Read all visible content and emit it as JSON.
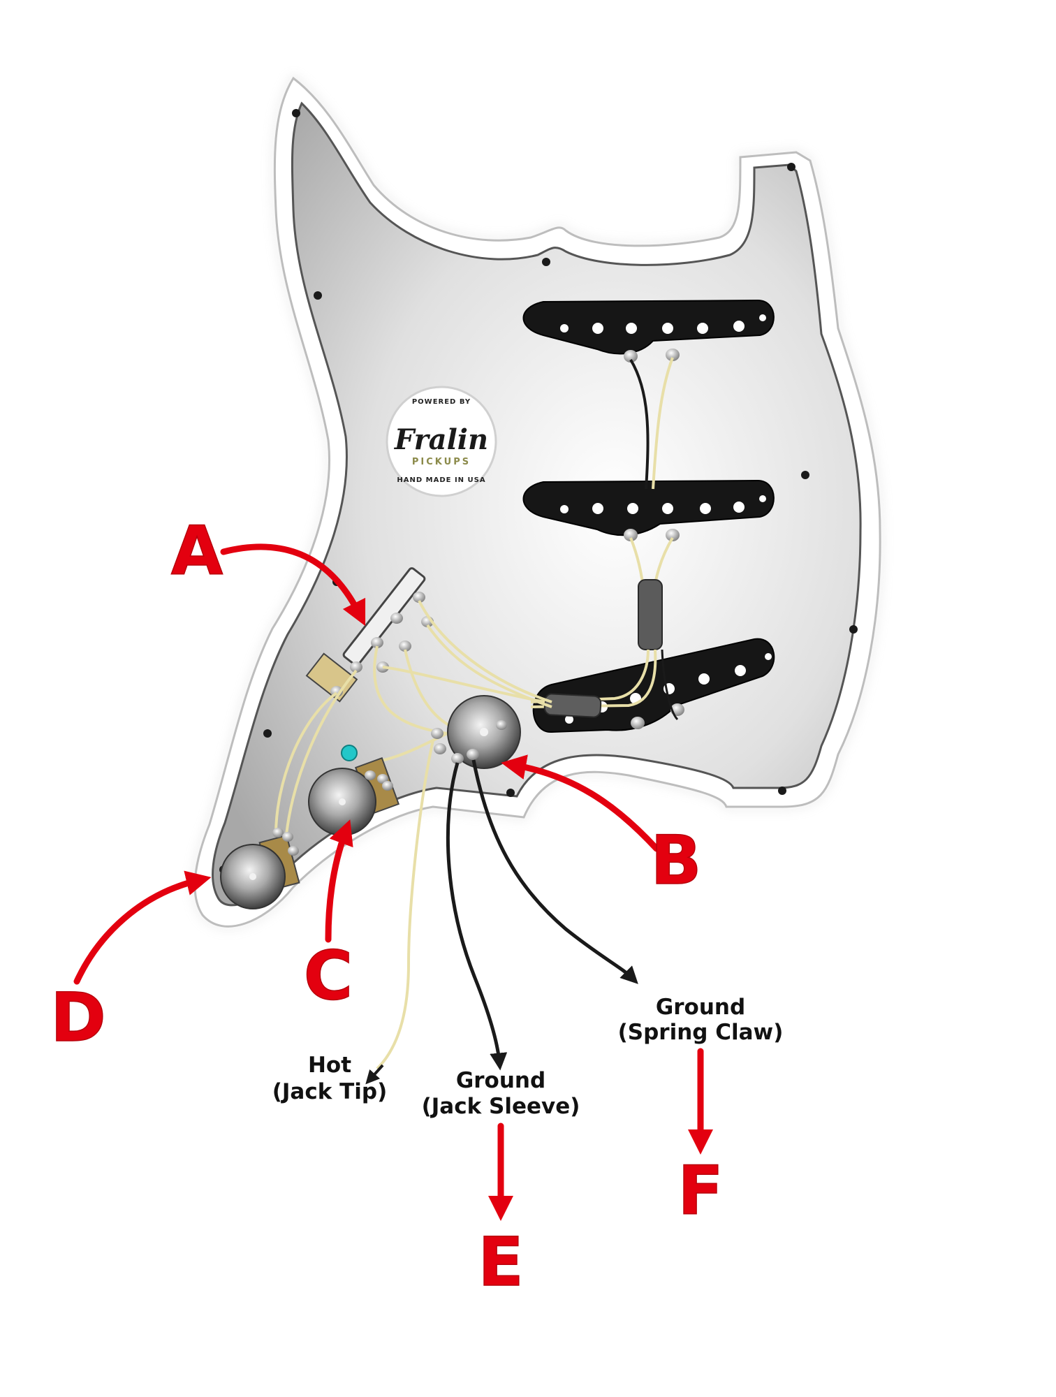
{
  "callouts": {
    "a": "A",
    "b": "B",
    "c": "C",
    "d": "D",
    "e": "E",
    "f": "F"
  },
  "wire_labels": {
    "hot_line1": "Hot",
    "hot_line2": "(Jack Tip)",
    "jack_ground_line1": "Ground",
    "jack_ground_line2": "(Jack Sleeve)",
    "claw_ground_line1": "Ground",
    "claw_ground_line2": "(Spring Claw)"
  },
  "logo": {
    "top": "POWERED BY",
    "brand": "Fralin",
    "pickups": "PICKUPS",
    "bottom": "HAND MADE IN USA"
  },
  "colors": {
    "callout_red": "#e3000f",
    "wire_cream": "#e8dfa8",
    "wire_black": "#1a1a1a",
    "pickguard": "#d9d9d9"
  }
}
